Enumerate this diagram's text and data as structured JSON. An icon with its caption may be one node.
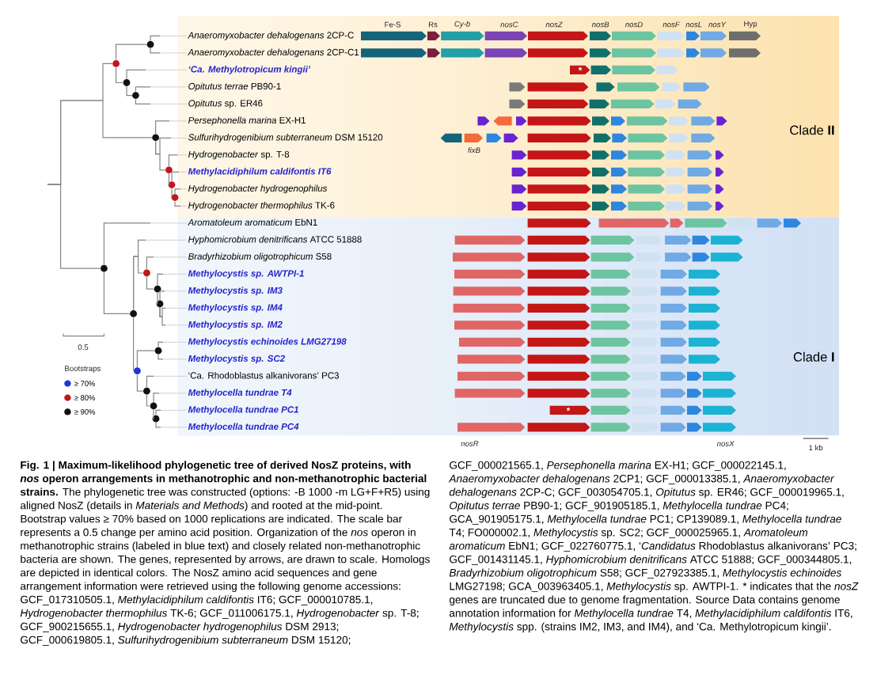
{
  "diagram": {
    "caption": "**Fig. 1 | Maximum-likelihood phylogenetic tree of derived NosZ proteins, with *nos* operon arrangements in methanotrophic and non-methanotrophic bacterial strains.** The phylogenetic tree was constructed (options: -B 1000 -m LG+F+R5) using aligned NosZ (details in *Materials and Methods*) and rooted at the mid-point. Bootstrap values ≥ 70% based on 1000 replications are indicated. The scale bar represents a 0.5 change per amino acid position. Organization of the *nos* operon in methanotrophic strains (labeled in blue text) and closely related non-methanotrophic bacteria are shown. The genes, represented by arrows, are drawn to scale. Homologs are depicted in identical colors. The NosZ amino acid sequences and gene arrangement information were retrieved using the following genome accessions: GCF_017310505.1, *Methylacidiphilum caldifontis* IT6; GCF_000010785.1, *Hydrogenobacter thermophilus* TK-6; GCF_011006175.1, *Hydrogenobacter* sp. T-8; GCF_900215655.1, *Hydrogenobacter hydrogenophilus* DSM 2913; GCF_000619805.1, *Sulfurihydrogenibium subterraneum* DSM 15120; GCF_000021565.1, *Persephonella marina* EX-H1; GCF_000022145.1, *Anaeromyxobacter dehalogenans* 2CP1; GCF_000013385.1, *Anaeromyxobacter dehalogenans* 2CP-C; GCF_003054705.1, *Opitutus* sp. ER46; GCF_000019965.1, *Opitutus terrae* PB90-1; GCF_901905185.1, *Methylocella tundrae* PC4; GCA_901905175.1, *Methylocella tundrae* PC1; CP139089.1, *Methylocella tundrae* T4; FO000002.1, *Methylocystis* sp. SC2; GCF_000025965.1, *Aromatoleum aromaticum* EbN1; GCF_022760775.1, ‘*Candidatus* Rhodoblastus alkanivorans’ PC3; GCF_001431145.1, *Hyphomicrobium denitrificans* ATCC 51888; GCF_000344805.1, *Bradyrhizobium oligotrophicum* S58; GCF_027923385.1, *Methylocystis echinoides* LMG27198; GCA_003963405.1, *Methylocystis* sp. AWTPI-1. * indicates that the *nosZ* genes are truncated due to genome fragmentation. Source Data contains genome annotation information for *Methylocella tundrae* T4, *Methylacidiphilum caldifontis* IT6, *Methylocystis* spp. (strains IM2, IM3, and IM4), and ‘Ca. Methylotropicum kingii’.",
    "nodes": [
      {
        "text": [
          "Clade **II**"
        ]
      },
      {
        "text": [
          "*Anaeromyxobacter dehalogenans* 2CP-C"
        ],
        "in": 0
      },
      {
        "text": [
          "*Anaeromyxobacter dehalogenans* 2CP-C1"
        ],
        "in": 0
      },
      {
        "text": [
          "‘Ca. Methylotropicum kingii’"
        ],
        "in": 0
      },
      {
        "text": [
          "*Opitutus terrae* PB90-1"
        ],
        "in": 0
      },
      {
        "text": [
          "*Opitutus* sp. ER46"
        ],
        "in": 0
      },
      {
        "text": [
          "*Persephonella marina* EX-H1"
        ],
        "in": 0
      },
      {
        "text": [
          "*Sulfurihydrogenibium subterraneum* DSM 15120"
        ],
        "in": 0
      },
      {
        "text": [
          "*Hydrogenobacter* sp. T-8"
        ],
        "in": 0
      },
      {
        "text": [
          "Methylacidiphilum caldifontis IT6"
        ],
        "in": 0
      },
      {
        "text": [
          "Hydrogenobacter hydrogenophilus"
        ],
        "in": 0
      },
      {
        "text": [
          "*Hydrogenobacter thermophilus* TK-6"
        ],
        "in": 0
      },
      {
        "text": [
          "Clade **I**"
        ]
      },
      {
        "text": [
          "*Aromatoleum aromaticum* EbN1"
        ],
        "in": 12
      },
      {
        "text": [
          "*Hyphomicrobium denitrificans* ATCC 51888"
        ],
        "in": 12
      },
      {
        "text": [
          "*Bradyrhizobium oligotrophicum* S58"
        ],
        "in": 12
      },
      {
        "text": [
          "Methylocystis sp. AWTPI-1"
        ],
        "in": 12
      },
      {
        "text": [
          "Methylocystis sp. IM3"
        ],
        "in": 12
      },
      {
        "text": [
          "Methylocystis sp. IM4"
        ],
        "in": 12
      },
      {
        "text": [
          "Methylocystis sp. IM2"
        ],
        "in": 12
      },
      {
        "text": [
          "Methylocystis echinoides LMG27198"
        ],
        "in": 12
      },
      {
        "text": [
          "Methylocystis sp. SC2"
        ],
        "in": 12
      },
      {
        "text": [
          "‘Ca. Rhodoblastus alkanivorans’ PC3"
        ],
        "in": 12
      },
      {
        "text": [
          "Methylocella tundrae T4"
        ],
        "in": 12
      },
      {
        "text": [
          "Methylocella tundrae PC1"
        ],
        "in": 12
      },
      {
        "text": [
          "Methylocella tundrae PC4"
        ],
        "in": 12
      },
      {
        "text": [],
        "shape": "circle"
      },
      {
        "text": [],
        "shape": "circle"
      },
      {
        "text": [],
        "shape": "circle"
      },
      {
        "text": [],
        "shape": "circle"
      },
      {
        "text": [],
        "shape": "circle"
      },
      {
        "text": [],
        "shape": "circle"
      },
      {
        "text": [],
        "shape": "circle"
      },
      {
        "text": [],
        "shape": "circle"
      },
      {
        "text": [],
        "shape": "circle"
      },
      {
        "text": [],
        "shape": "circle"
      },
      {
        "text": [],
        "shape": "circle"
      },
      {
        "text": [],
        "shape": "circle"
      },
      {
        "text": [],
        "shape": "circle"
      },
      {
        "text": [],
        "shape": "circle"
      },
      {
        "text": [],
        "shape": "circle"
      },
      {
        "text": [],
        "shape": "circle"
      },
      {
        "text": [],
        "shape": "circle"
      },
      {
        "text": [],
        "shape": "circle"
      }
    ],
    "edges": [
      {
        "from": null,
        "to": 27,
        "arrow": "none"
      },
      {
        "from": null,
        "to": 30,
        "arrow": "none"
      },
      {
        "from": null,
        "to": 34,
        "arrow": "none"
      },
      {
        "from": 27,
        "to": 26,
        "arrow": "none"
      },
      {
        "from": 27,
        "to": 28,
        "arrow": "none"
      },
      {
        "from": 26,
        "to": 1,
        "arrow": "none"
      },
      {
        "from": 26,
        "to": 2,
        "arrow": "none"
      },
      {
        "from": 28,
        "to": 3,
        "arrow": "none"
      },
      {
        "from": 28,
        "to": 29,
        "arrow": "none"
      },
      {
        "from": 29,
        "to": 4,
        "arrow": "none"
      },
      {
        "from": 29,
        "to": 5,
        "arrow": "none"
      },
      {
        "from": 30,
        "to": 6,
        "arrow": "none"
      },
      {
        "from": 30,
        "to": 7,
        "arrow": "none"
      },
      {
        "from": 30,
        "to": 31,
        "arrow": "none"
      },
      {
        "from": 31,
        "to": 8,
        "arrow": "none"
      },
      {
        "from": 31,
        "to": 32,
        "arrow": "none"
      },
      {
        "from": 32,
        "to": 9,
        "arrow": "none"
      },
      {
        "from": 32,
        "to": 33,
        "arrow": "none"
      },
      {
        "from": 33,
        "to": 10,
        "arrow": "none"
      },
      {
        "from": 33,
        "to": 11,
        "arrow": "none"
      },
      {
        "from": 34,
        "to": 13,
        "arrow": "none"
      },
      {
        "from": 34,
        "to": 38,
        "arrow": "none"
      },
      {
        "from": 38,
        "to": 14,
        "arrow": "none"
      },
      {
        "from": 38,
        "to": 35,
        "arrow": "none"
      },
      {
        "from": 35,
        "to": 15,
        "arrow": "none"
      },
      {
        "from": 35,
        "to": 36,
        "arrow": "none"
      },
      {
        "from": 36,
        "to": 16,
        "arrow": "none"
      },
      {
        "from": 36,
        "to": 37,
        "arrow": "none"
      },
      {
        "from": 37,
        "to": 17,
        "arrow": "none"
      },
      {
        "from": 37,
        "to": 18,
        "arrow": "none"
      },
      {
        "from": 37,
        "to": 19,
        "arrow": "none"
      },
      {
        "from": 38,
        "to": 40,
        "arrow": "none"
      },
      {
        "from": 40,
        "to": 39,
        "arrow": "none"
      },
      {
        "from": 40,
        "to": 41,
        "arrow": "none"
      },
      {
        "from": 39,
        "to": 20,
        "arrow": "none"
      },
      {
        "from": 39,
        "to": 21,
        "arrow": "none"
      },
      {
        "from": 41,
        "to": 22,
        "arrow": "none"
      },
      {
        "from": 41,
        "to": 42,
        "arrow": "none"
      },
      {
        "from": 42,
        "to": 23,
        "arrow": "none"
      },
      {
        "from": 42,
        "to": 43,
        "arrow": "none"
      },
      {
        "from": 43,
        "to": 24,
        "arrow": "none"
      },
      {
        "from": 43,
        "to": 25,
        "arrow": "none"
      }
    ],
    "labels": [
      "Fe-S",
      "Rs",
      "Cy-b",
      "nosC",
      "nosZ",
      "nosB",
      "nosD",
      "nosF",
      "nosL",
      "nosY",
      "Hyp",
      "*",
      "fixB",
      "0.5",
      "Bootstraps",
      "*",
      "nosR",
      "nosX",
      "1 kb"
    ],
    "legend": [
      {
        "text": "≥ 70%",
        "color": "#1f35d6"
      },
      {
        "text": "≥ 80%",
        "color": "#c4151c"
      },
      {
        "text": "≥ 90%",
        "color": "#111111"
      }
    ]
  }
}
